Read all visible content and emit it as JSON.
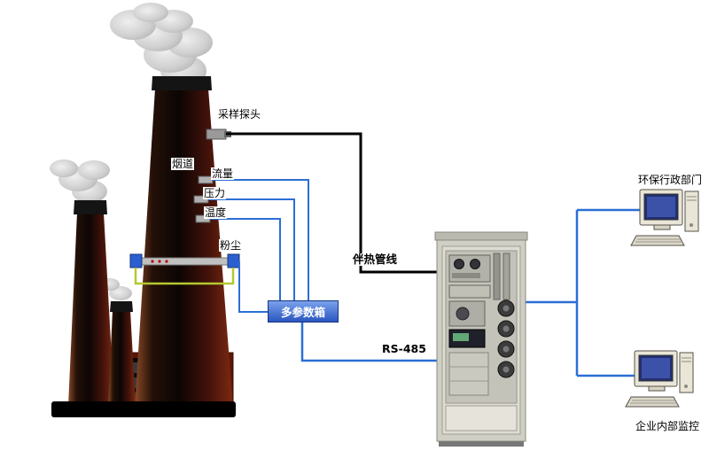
{
  "labels": {
    "sampling_probe": "采样探头",
    "flue": "烟道",
    "flow": "流量",
    "pressure": "压力",
    "temperature": "温度",
    "dust": "粉尘",
    "multi_param_box": "多参数箱",
    "heated_line": "伴热管线",
    "rs485": "RS-485",
    "env_dept": "环保行政部门",
    "internal_monitor": "企业内部监控"
  },
  "colors": {
    "line_blue": "#2b6fd4",
    "cable_green": "#b5c832",
    "box_blue": "#2a55c0",
    "heated_line_black": "#000000"
  }
}
